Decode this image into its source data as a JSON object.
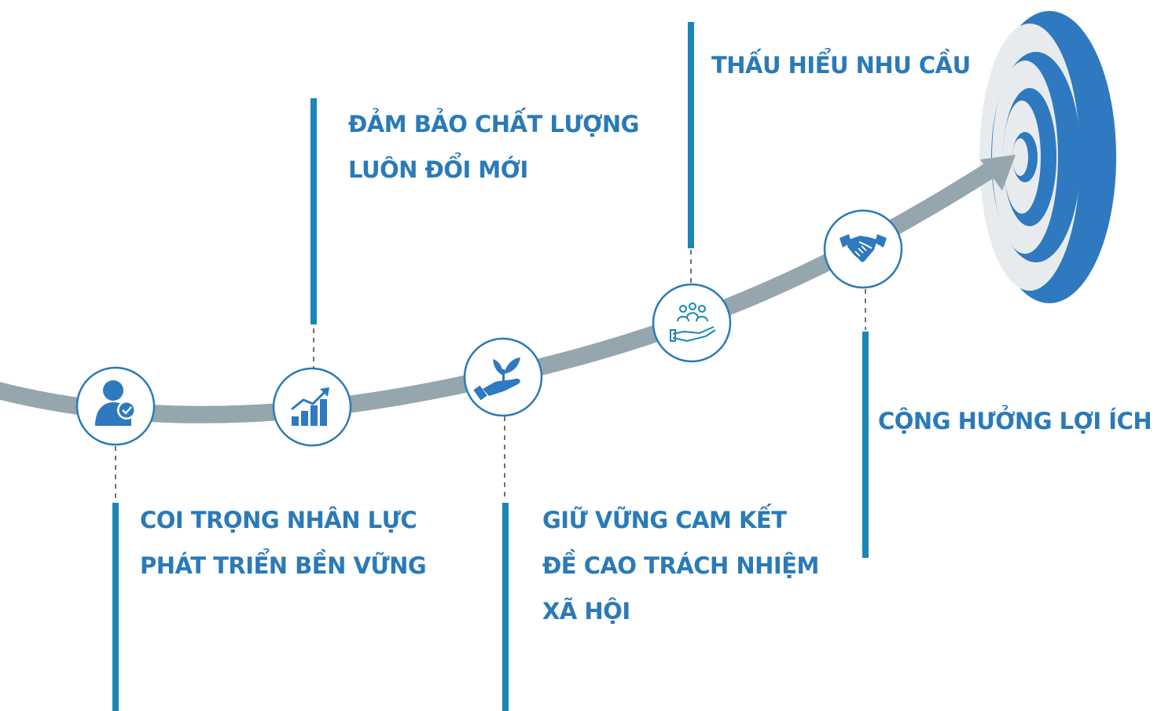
{
  "steps": [
    {
      "icon": "person-check-icon",
      "lines": [
        "COI TRỌNG NHÂN LỰC",
        "PHÁT TRIỂN BỀN VỮNG"
      ]
    },
    {
      "icon": "growth-chart-icon",
      "lines": [
        "ĐẢM BẢO CHẤT LƯỢNG",
        "LUÔN ĐỔI MỚI"
      ]
    },
    {
      "icon": "hand-plant-icon",
      "lines": [
        "GIỮ VỮNG CAM KẾT",
        "ĐỀ CAO TRÁCH NHIỆM",
        "XÃ HỘI"
      ]
    },
    {
      "icon": "hand-people-icon",
      "lines": [
        "THẤU HIỂU NHU CẦU"
      ]
    },
    {
      "icon": "handshake-icon",
      "lines": [
        "CỘNG HƯỞNG LỢI ÍCH"
      ]
    }
  ],
  "colors": {
    "text": "#2a7ab8",
    "bar": "#1a86b5",
    "path": "#95a6ae",
    "circle_border": "#2a7ab8",
    "target_blue": "#2f79c0",
    "target_gray": "#e8ebed"
  }
}
